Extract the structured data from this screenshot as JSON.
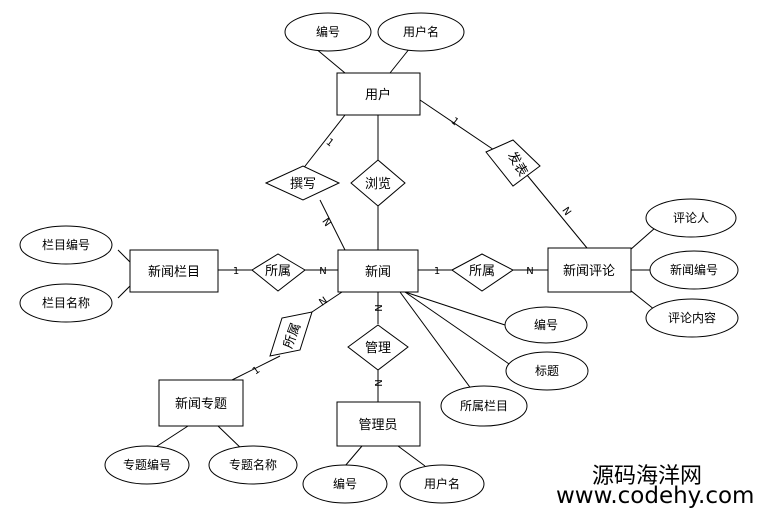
{
  "entities": {
    "user": "用户",
    "news": "新闻",
    "column": "新闻栏目",
    "comment": "新闻评论",
    "topic": "新闻专题",
    "admin": "管理员"
  },
  "attributes": {
    "user_id": "编号",
    "user_name": "用户名",
    "column_id": "栏目编号",
    "column_name": "栏目名称",
    "commenter": "评论人",
    "comment_news_id": "新闻编号",
    "comment_content": "评论内容",
    "news_id": "编号",
    "news_title": "标题",
    "news_column": "所属栏目",
    "topic_id": "专题编号",
    "topic_name": "专题名称",
    "admin_id": "编号",
    "admin_name": "用户名"
  },
  "relationships": {
    "write": "撰写",
    "browse": "浏览",
    "publish": "发表",
    "belong_column": "所属",
    "belong_comment": "所属",
    "belong_topic": "所属",
    "manage": "管理"
  },
  "cardinality": {
    "one": "1",
    "many": "N"
  },
  "watermark": {
    "line1": "源码海洋网",
    "line2": "www.codehy.com"
  }
}
